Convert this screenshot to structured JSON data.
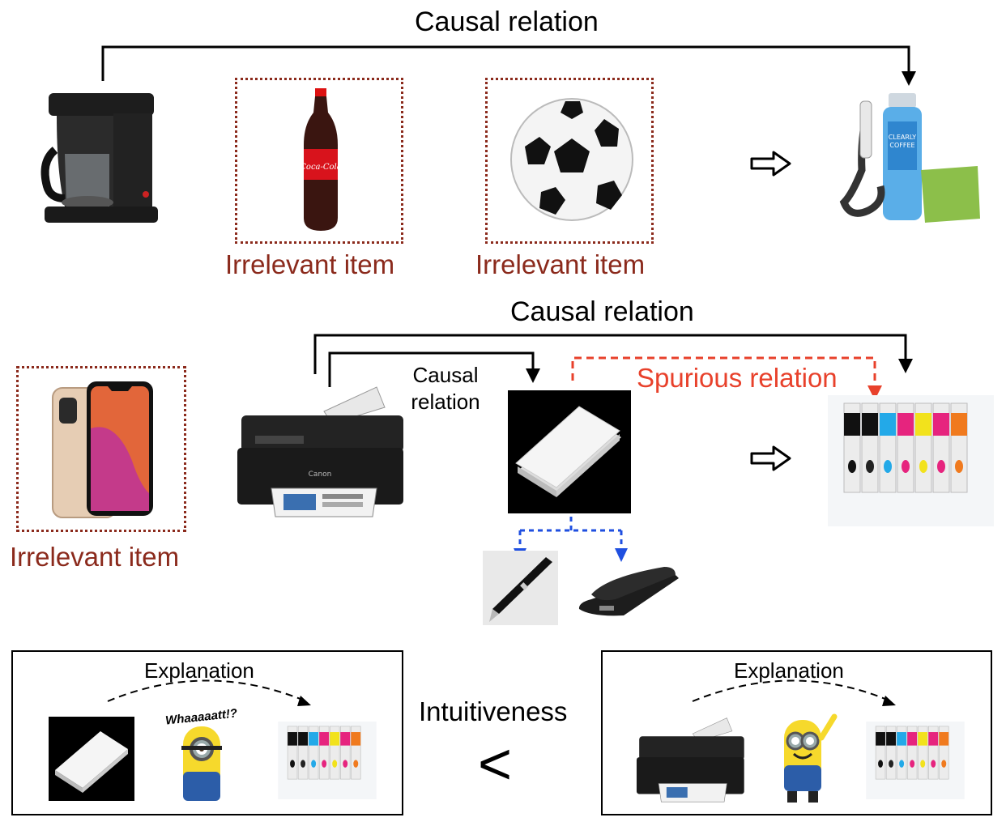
{
  "top": {
    "causal_title": "Causal relation",
    "irrelevant_labels": [
      "Irrelevant item",
      "Irrelevant item"
    ],
    "items": [
      "coffee-maker",
      "cola-bottle",
      "soccer-ball",
      "coffee-cleaning-kit"
    ]
  },
  "middle": {
    "causal_title": "Causal relation",
    "inner_causal_label": "Causal\nrelation",
    "spurious_label": "Spurious relation",
    "irrelevant_label": "Irrelevant item",
    "items": [
      "smartphone",
      "printer",
      "paper-stack",
      "ink-cartridges",
      "pen",
      "stapler"
    ]
  },
  "bottom": {
    "left_box_title": "Explanation",
    "right_box_title": "Explanation",
    "comparison_label": "Intuitiveness",
    "comparison_symbol": "<",
    "speech_text": "Whaaaaatt!?"
  },
  "colors": {
    "irrelevant": "#8B2A1C",
    "spurious": "#E8412B",
    "blue_link": "#1F4FE0",
    "causal": "#000000"
  }
}
